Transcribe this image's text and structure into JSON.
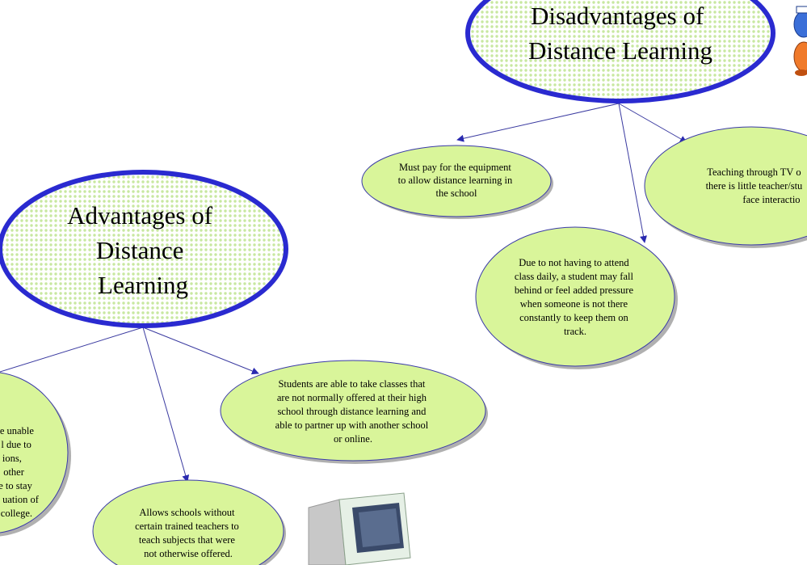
{
  "disadvantages": {
    "title_lines": [
      "Disadvantages of",
      "Distance Learning"
    ],
    "nodes": [
      {
        "lines": [
          "Must pay for the equipment",
          "to allow distance learning in",
          "the school"
        ]
      },
      {
        "lines": [
          "Due to not having to attend",
          "class daily, a student may fall",
          "behind or feel added pressure",
          "when someone is not there",
          "constantly to keep them on",
          "track."
        ]
      },
      {
        "lines": [
          "Teaching through TV o",
          "there is little teacher/stu",
          "face interactio"
        ]
      }
    ]
  },
  "advantages": {
    "title_lines": [
      "Advantages of",
      "Distance",
      "Learning"
    ],
    "nodes": [
      {
        "lines": [
          "Students are able to take classes that",
          "are not normally offered at their high",
          "school through distance learning and",
          "able to partner up with another school",
          "or online."
        ]
      },
      {
        "lines": [
          "Allows schools without",
          "certain trained teachers to",
          "teach subjects that were",
          "not otherwise offered."
        ]
      },
      {
        "lines": [
          "e unable",
          "l due to",
          "ions,",
          "other",
          "e to stay",
          "uation of",
          "college."
        ]
      }
    ]
  },
  "colors": {
    "title_border": "#2a2ad0",
    "title_fill": "#ffffff",
    "title_dots": "#c8e8a0",
    "node_fill": "#d9f59a",
    "node_border": "#3a3aa8",
    "connector": "#3a3aa0",
    "shadow": "#b0b0b0"
  },
  "clipart": {
    "computer": "computer-monitor-icon",
    "figure": "cartoon-figure-icon"
  }
}
